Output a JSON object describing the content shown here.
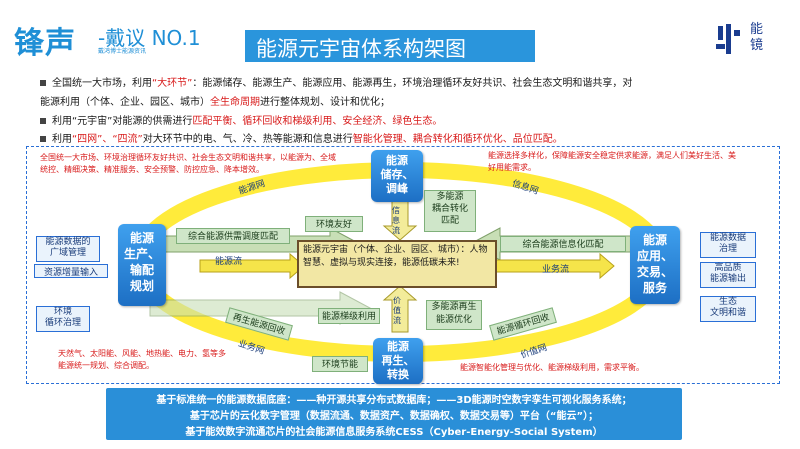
{
  "header": {
    "brand_main": "锋声",
    "brand_sub": "-戴议 NO.1",
    "brand_tiny": "戴鸿博士能源资讯",
    "title": "能源元宇宙体系构架图",
    "logo_text": "能镜"
  },
  "bullets": [
    {
      "pre": "全国统一大市场，利用",
      "hl": "“大环节”",
      "post": "：能源储存、能源生产、能源应用、能源再生，环境治理循环友好共识、社会生态文明和谐共享，对"
    },
    {
      "pre": "能源利用（个体、企业、园区、城市）",
      "hl": "全生命周期",
      "post": "进行整体规划、设计和优化；"
    },
    {
      "pre": "利用“元宇宙”对能源的供需进行",
      "hl": "匹配平衡、循环回收和梯级利用、安全经济、绿色生态。",
      "post": ""
    },
    {
      "pre": "利用",
      "hl": "“四网”、“四流”",
      "post": "对大环节中的电、气、冷、热等能源和信息进行",
      "hl2": "智能化管理、耦合转化和循环优化、品位匹配。"
    }
  ],
  "diagram": {
    "nodes": {
      "storage": "能源\n储存、\n调峰",
      "production": "能源\n生产、\n输配\n规划",
      "application": "能源\n应用、\n交易、\n服务",
      "regeneration": "能源\n再生、\n转换"
    },
    "center": "能源元宇宙（个体、企业、园区、城市）：人物智慧、虚拟与现实连接，能源低碳未来!",
    "networks": {
      "energy_net": "能源网",
      "info_net": "信息网",
      "business_net": "业务网",
      "value_net": "价值网"
    },
    "flows": {
      "info_flow": "信息流",
      "energy_flow": "能源流",
      "business_flow": "业务流",
      "value_flow": "价值流"
    },
    "boxes": {
      "env_friendly": "环境友好",
      "coupling": "多能源\n耦合转化\n匹配",
      "multi_match": "综合能源供需调度匹配",
      "energy_info_match": "综合能源信息化匹配",
      "gradient": "能源梯级利用",
      "multi_regen": "多能源再生\n能源优化",
      "regen_recycle": "再生能源回收",
      "cycle_recycle": "能源循环回收",
      "env_energy": "环境节能",
      "governance": "能源数据的\n广域管理",
      "reuse_input": "资源增量输入",
      "cycle_gov": "环境\n循环治理",
      "data_gov": "能源数据\n治理",
      "quality_output": "高品质\n能源输出",
      "eco_civil": "生态\n文明和谐"
    },
    "notes": {
      "top_left": "全国统一大市场、环境治理循环友好共识、社会生态文明和谐共享，以能源为、全域统控、精细决策、精准服务、安全预警、防控应急、降本增效。",
      "top_right": "能源选择多样化，保障能源安全稳定供求能源，满足人们美好生活、美好用能需求。",
      "bottom_left": "天然气、太阳能、风能、地热能、电力、氢等多能源统一规划、综合调配。",
      "bottom_right": "能源智能化管理与优化、能源梯级利用，需求平衡。"
    }
  },
  "footer": {
    "line1": "基于标准统一的能源数据底座：——种开源共享分布式数据库；——3D能源时空数字孪生可视化服务系统；",
    "line2": "基于芯片的云化数字管理（数据流通、数据资产、数据确权、数据交易等）平台（“能云”）；",
    "line3": "基于能效数字流通芯片的社会能源信息服务系统CESS（Cyber-Energy-Social System）"
  }
}
